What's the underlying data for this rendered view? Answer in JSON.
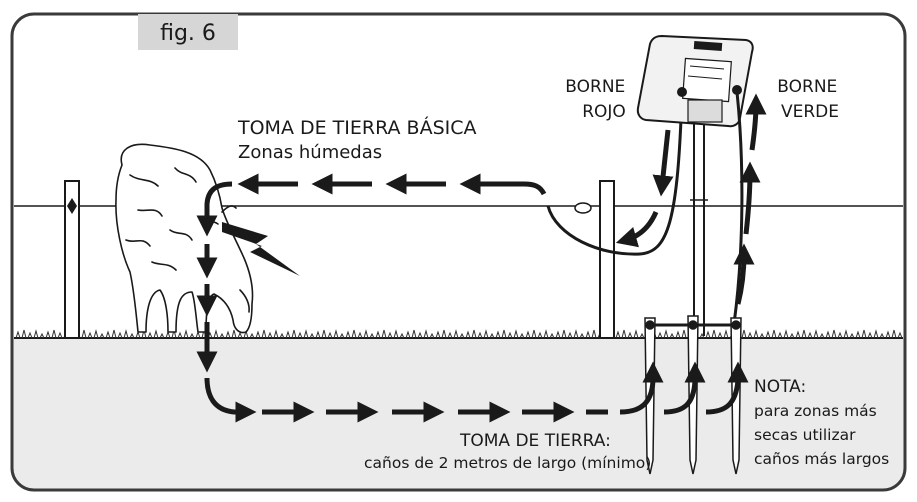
{
  "figure_label": "fig. 6",
  "terminals": {
    "red": {
      "line1": "BORNE",
      "line2": "ROJO"
    },
    "green": {
      "line1": "BORNE",
      "line2": "VERDE"
    }
  },
  "basic_ground": {
    "title": "TOMA DE TIERRA BÁSICA",
    "subtitle": "Zonas húmedas"
  },
  "ground_rods": {
    "title": "TOMA DE TIERRA:",
    "detail": "caños de 2 metros de largo (mínimo)"
  },
  "note": {
    "title": "NOTA:",
    "lines": [
      "para zonas más",
      "secas utilizar",
      "caños más largos"
    ]
  },
  "colors": {
    "frame": "#3a3a3a",
    "ground_fill": "#ebebeb",
    "fig_tab": "#d6d6d6",
    "ink": "#1a1a1a"
  }
}
